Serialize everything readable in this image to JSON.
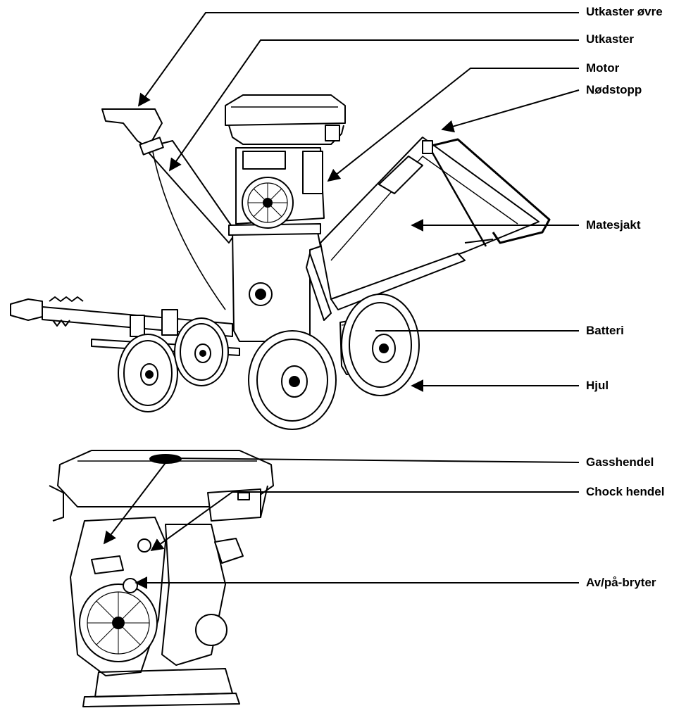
{
  "labels": {
    "discharge_upper": "Utkaster øvre",
    "discharge": "Utkaster",
    "engine": "Motor",
    "emergency_stop": "Nødstopp",
    "feed_chute": "Matesjakt",
    "battery": "Batteri",
    "wheel": "Hjul",
    "throttle_lever": "Gasshendel",
    "choke_lever": "Chock hendel",
    "on_off_switch": "Av/på-bryter"
  }
}
